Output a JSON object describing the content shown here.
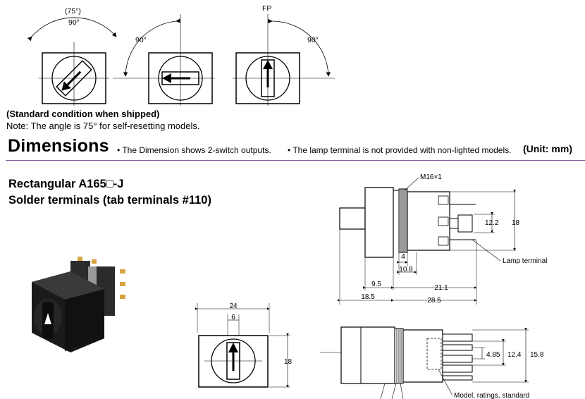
{
  "switch_positions": {
    "angle_left_inner": "(75°)",
    "angle_left_outer": "90°",
    "angle_middle": "90°",
    "label_fp": "FP",
    "angle_right": "90°"
  },
  "caption": {
    "shipped": "(Standard condition when shipped)",
    "note": "Note:  The angle is 75° for self-resetting models."
  },
  "dimensions_header": {
    "title": "Dimensions",
    "bullet1": "• The Dimension shows 2-switch outputs.",
    "bullet2": "• The lamp terminal is not provided with non-lighted models.",
    "unit": "(Unit: mm)"
  },
  "product": {
    "line1": "Rectangular A165□-J",
    "line2": "Solder terminals (tab terminals #110)"
  },
  "side_view": {
    "thread": "M16×1",
    "height_inner": "12.2",
    "height_outer": "18",
    "dim_4": "4",
    "dim_10_8": "10.8",
    "lamp_terminal": "Lamp terminal",
    "dim_9_5": "9.5",
    "dim_21_1": "21.1",
    "dim_18_5": "18.5",
    "dim_28_5": "28.5"
  },
  "front_view": {
    "width": "24",
    "inner": "6",
    "height": "18"
  },
  "bottom_view": {
    "d1": "4.85",
    "d2": "12.4",
    "d3": "15.8",
    "label": "Model, ratings, standard"
  }
}
